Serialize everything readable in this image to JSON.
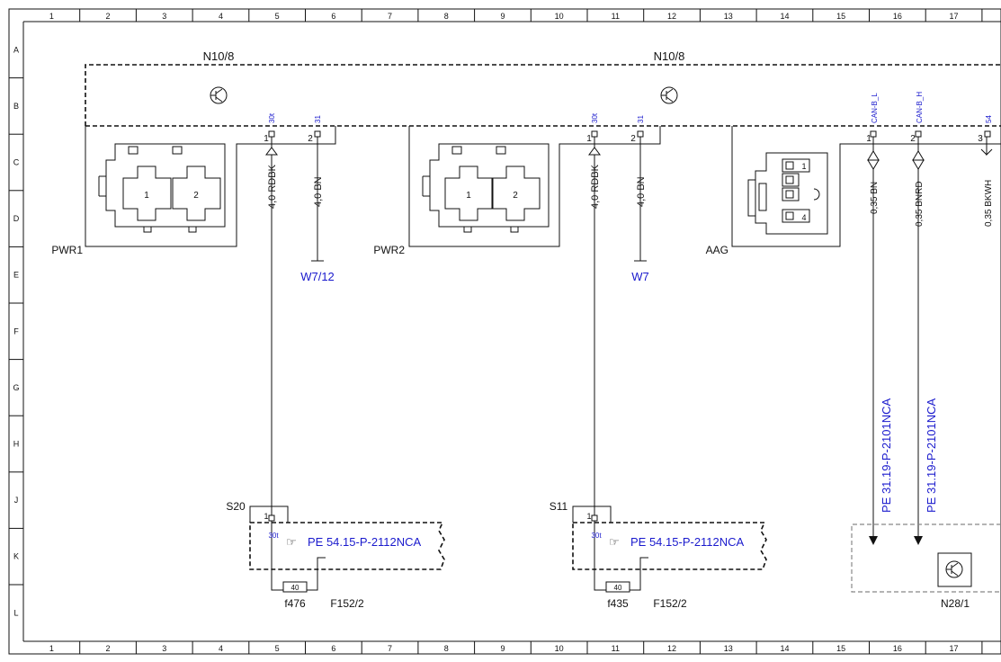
{
  "grid": {
    "columns": [
      "1",
      "2",
      "3",
      "4",
      "5",
      "6",
      "7",
      "8",
      "9",
      "10",
      "11",
      "12",
      "13",
      "14",
      "15",
      "16",
      "17"
    ],
    "rows": [
      "A",
      "B",
      "C",
      "D",
      "E",
      "F",
      "G",
      "H",
      "J",
      "K",
      "L"
    ]
  },
  "modules": {
    "left_label": "N10/8",
    "right_label": "N10/8",
    "n28_label": "N28/1"
  },
  "connectors": {
    "pwr1": {
      "label": "PWR1",
      "pin1": "1",
      "pin2": "2",
      "socket1": "1",
      "socket2": "2",
      "pin1_term": "30t",
      "pin2_term": "31"
    },
    "pwr2": {
      "label": "PWR2",
      "pin1": "1",
      "pin2": "2",
      "socket1": "1",
      "socket2": "2",
      "pin1_term": "30t",
      "pin2_term": "31"
    },
    "aag": {
      "label": "AAG",
      "pin1": "1",
      "pin2": "2",
      "pin3": "3",
      "pin1_term": "CAN-B_L",
      "pin2_term": "CAN-B_H",
      "pin3_term": "54",
      "socket1": "1",
      "socket4": "4"
    }
  },
  "wires": {
    "w1": "4,0 RDBK",
    "w2": "4,0 BN",
    "w3": "4,0 RDBK",
    "w4": "4,0 BN",
    "can_l": "0,35 BN",
    "can_h": "0,35 BNRD",
    "kl54": "0,35 BKWH"
  },
  "grounds": {
    "g1": "W7/12",
    "g2": "W7"
  },
  "fuse_blocks": {
    "s20": {
      "label": "S20",
      "pin": "1",
      "term": "30t",
      "ref": "PE 54.15-P-2112NCA",
      "fuse_value": "40",
      "fuse": "f476",
      "block": "F152/2"
    },
    "s11": {
      "label": "S11",
      "pin": "1",
      "term": "30t",
      "ref": "PE 54.15-P-2112NCA",
      "fuse_value": "40",
      "fuse": "f435",
      "block": "F152/2"
    }
  },
  "references": {
    "can_l": "PE 31.19-P-2101NCA",
    "can_h": "PE 31.19-P-2101NCA"
  }
}
